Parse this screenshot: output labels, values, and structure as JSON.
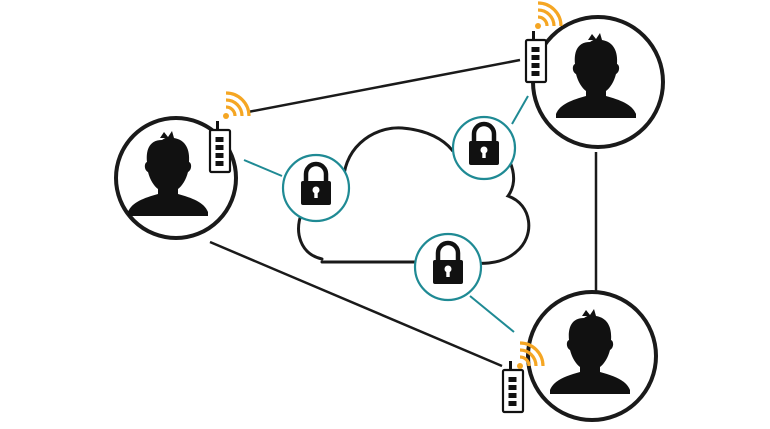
{
  "diagram": {
    "nodes": [
      {
        "id": "user-left",
        "icon": "person-silhouette-icon",
        "device_icon": "radio-device-icon",
        "signal_icon": "wifi-signal-icon"
      },
      {
        "id": "user-top-right",
        "icon": "person-silhouette-icon",
        "device_icon": "radio-device-icon",
        "signal_icon": "wifi-signal-icon"
      },
      {
        "id": "user-bottom-right",
        "icon": "person-silhouette-icon",
        "device_icon": "radio-device-icon",
        "signal_icon": "wifi-signal-icon"
      }
    ],
    "center_icon": "cloud-icon",
    "lock_icon": "padlock-icon",
    "direct_links": [
      {
        "from": "user-left",
        "to": "user-top-right"
      },
      {
        "from": "user-top-right",
        "to": "user-bottom-right"
      },
      {
        "from": "user-left",
        "to": "user-bottom-right"
      }
    ],
    "secured_links": [
      {
        "from": "user-left",
        "to": "cloud-icon"
      },
      {
        "from": "user-top-right",
        "to": "cloud-icon"
      },
      {
        "from": "user-bottom-right",
        "to": "cloud-icon"
      }
    ]
  },
  "colors": {
    "outline": "#1a1a1a",
    "teal": "#1f8a94",
    "signal": "#f5a623",
    "background": "#ffffff"
  }
}
